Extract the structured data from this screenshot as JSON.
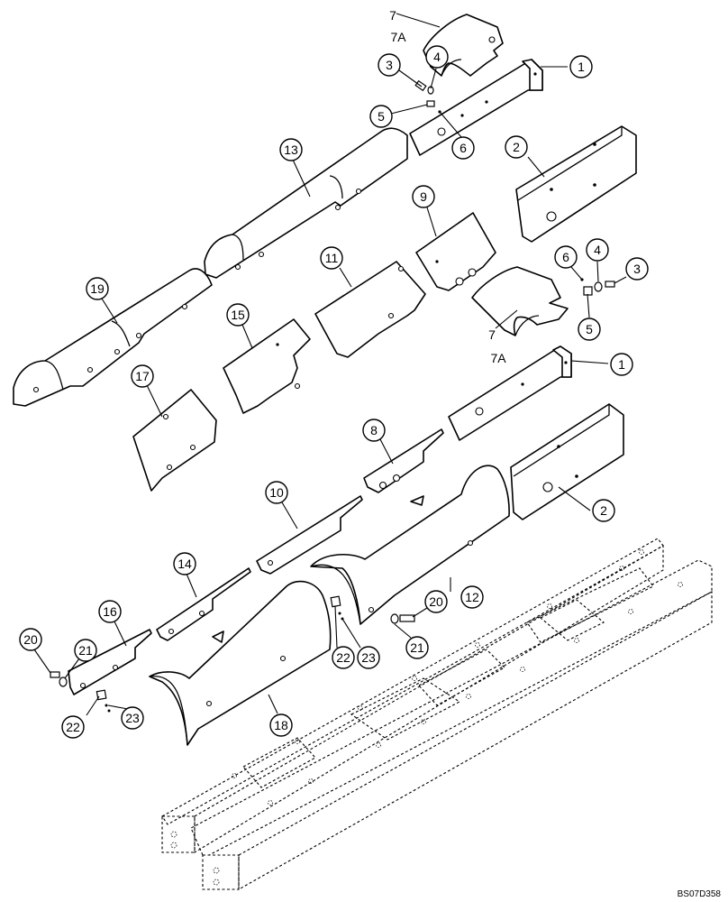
{
  "drawing_code": "BS07D358",
  "callouts": [
    {
      "id": "c1a",
      "label": "1"
    },
    {
      "id": "c1b",
      "label": "1"
    },
    {
      "id": "c2a",
      "label": "2"
    },
    {
      "id": "c2b",
      "label": "2"
    },
    {
      "id": "c3a",
      "label": "3"
    },
    {
      "id": "c3b",
      "label": "3"
    },
    {
      "id": "c4a",
      "label": "4"
    },
    {
      "id": "c4b",
      "label": "4"
    },
    {
      "id": "c5a",
      "label": "5"
    },
    {
      "id": "c5b",
      "label": "5"
    },
    {
      "id": "c6a",
      "label": "6"
    },
    {
      "id": "c6b",
      "label": "6"
    },
    {
      "id": "c8",
      "label": "8"
    },
    {
      "id": "c9",
      "label": "9"
    },
    {
      "id": "c10",
      "label": "10"
    },
    {
      "id": "c11",
      "label": "11"
    },
    {
      "id": "c12",
      "label": "12"
    },
    {
      "id": "c13",
      "label": "13"
    },
    {
      "id": "c14",
      "label": "14"
    },
    {
      "id": "c15",
      "label": "15"
    },
    {
      "id": "c16",
      "label": "16"
    },
    {
      "id": "c17",
      "label": "17"
    },
    {
      "id": "c18",
      "label": "18"
    },
    {
      "id": "c19",
      "label": "19"
    },
    {
      "id": "c20a",
      "label": "20"
    },
    {
      "id": "c20b",
      "label": "20"
    },
    {
      "id": "c21a",
      "label": "21"
    },
    {
      "id": "c21b",
      "label": "21"
    },
    {
      "id": "c22a",
      "label": "22"
    },
    {
      "id": "c22b",
      "label": "22"
    },
    {
      "id": "c23a",
      "label": "23"
    },
    {
      "id": "c23b",
      "label": "23"
    }
  ],
  "free_labels": [
    {
      "id": "t7a",
      "label": "7"
    },
    {
      "id": "t7Aa",
      "label": "7A"
    },
    {
      "id": "t7b",
      "label": "7"
    },
    {
      "id": "t7Ab",
      "label": "7A"
    }
  ]
}
